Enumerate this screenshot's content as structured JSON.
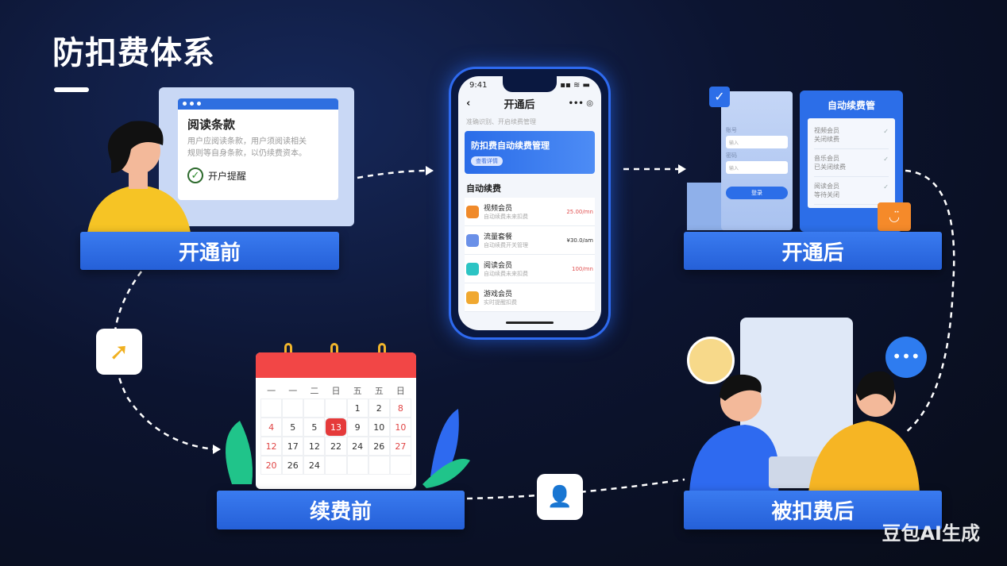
{
  "title": "防扣费体系",
  "stages": {
    "before_open": "开通前",
    "after_open": "开通后",
    "before_renew": "续费前",
    "after_charge": "被扣费后"
  },
  "terms_card": {
    "heading": "阅读条款",
    "body_line1": "用户应阅读条款，用户须阅读相关",
    "body_line2": "规则等自身条款，以仍续费资本。",
    "checkbox_label": "开户提醒"
  },
  "phone": {
    "time": "9:41",
    "nav_title": "开通后",
    "subtitle": "准确识别、开启续费管理",
    "banner_title": "防扣费自动续费管理",
    "banner_badge": "查看详情",
    "section_title": "自动续费",
    "items": [
      {
        "name": "视频会员",
        "desc": "自动续费未来扣费",
        "value": "25.00/mn",
        "color": "#f08a2a"
      },
      {
        "name": "流量套餐",
        "desc": "自动续费开关管理",
        "value": "¥30.0/am",
        "color": "#6a90e8"
      },
      {
        "name": "阅读会员",
        "desc": "自动续费未来扣费",
        "value": "100/mn",
        "color": "#2cc4c4"
      },
      {
        "name": "游戏会员",
        "desc": "实时提醒扣费",
        "value": "",
        "color": "#f0a830"
      }
    ]
  },
  "after_panel": {
    "form_labels": [
      "账号",
      "密码"
    ],
    "form_placeholders": [
      "输入",
      "输入"
    ],
    "form_button": "登录",
    "auto_title": "自动续费管",
    "auto_items": [
      {
        "name": "视频会员",
        "desc": "关闭续费"
      },
      {
        "name": "音乐会员",
        "desc": "已关闭续费"
      },
      {
        "name": "阅读会员",
        "desc": "等待关闭"
      }
    ]
  },
  "calendar": {
    "weekdays": [
      "一",
      "一",
      "二",
      "日",
      "五",
      "五",
      "日"
    ],
    "days": [
      "",
      "",
      "",
      "",
      "1",
      "2",
      "8",
      "4",
      "5",
      "5",
      "13",
      "9",
      "10",
      "10",
      "12",
      "17",
      "12",
      "22",
      "24",
      "26",
      "27",
      "20",
      "26",
      "24",
      "",
      "",
      "",
      ""
    ],
    "highlighted_day": "13"
  },
  "colors": {
    "accent": "#2f6fe8",
    "background": "#0c1430",
    "calendar_header": "#f24646"
  },
  "icons": [
    "trend-arrow-icon",
    "user-lock-icon",
    "chat-bubble-icon",
    "checkmark-icon",
    "smiley-box-icon"
  ],
  "watermark": "豆包AI生成"
}
